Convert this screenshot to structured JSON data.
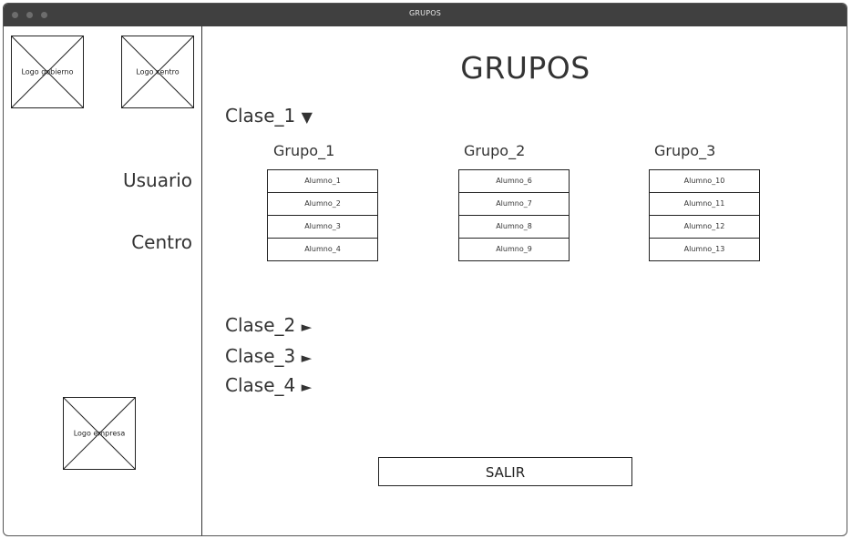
{
  "window": {
    "title": "GRUPOS"
  },
  "sidebar": {
    "logo_gobierno": "Logo gobierno",
    "logo_centro": "Logo centro",
    "usuario": "Usuario",
    "centro": "Centro",
    "logo_empresa": "Logo empresa"
  },
  "main": {
    "title": "GRUPOS",
    "clases": [
      {
        "label": "Clase_1",
        "arrow": "▼"
      },
      {
        "label": "Clase_2",
        "arrow": "►"
      },
      {
        "label": "Clase_3",
        "arrow": "►"
      },
      {
        "label": "Clase_4",
        "arrow": "►"
      }
    ],
    "grupos": [
      {
        "name": "Grupo_1",
        "alumnos": [
          "Alumno_1",
          "Alumno_2",
          "Alumno_3",
          "Alumno_4"
        ]
      },
      {
        "name": "Grupo_2",
        "alumnos": [
          "Alumno_6",
          "Alumno_7",
          "Alumno_8",
          "Alumno_9"
        ]
      },
      {
        "name": "Grupo_3",
        "alumnos": [
          "Alumno_10",
          "Alumno_11",
          "Alumno_12",
          "Alumno_13"
        ]
      }
    ],
    "salir": "SALIR"
  }
}
